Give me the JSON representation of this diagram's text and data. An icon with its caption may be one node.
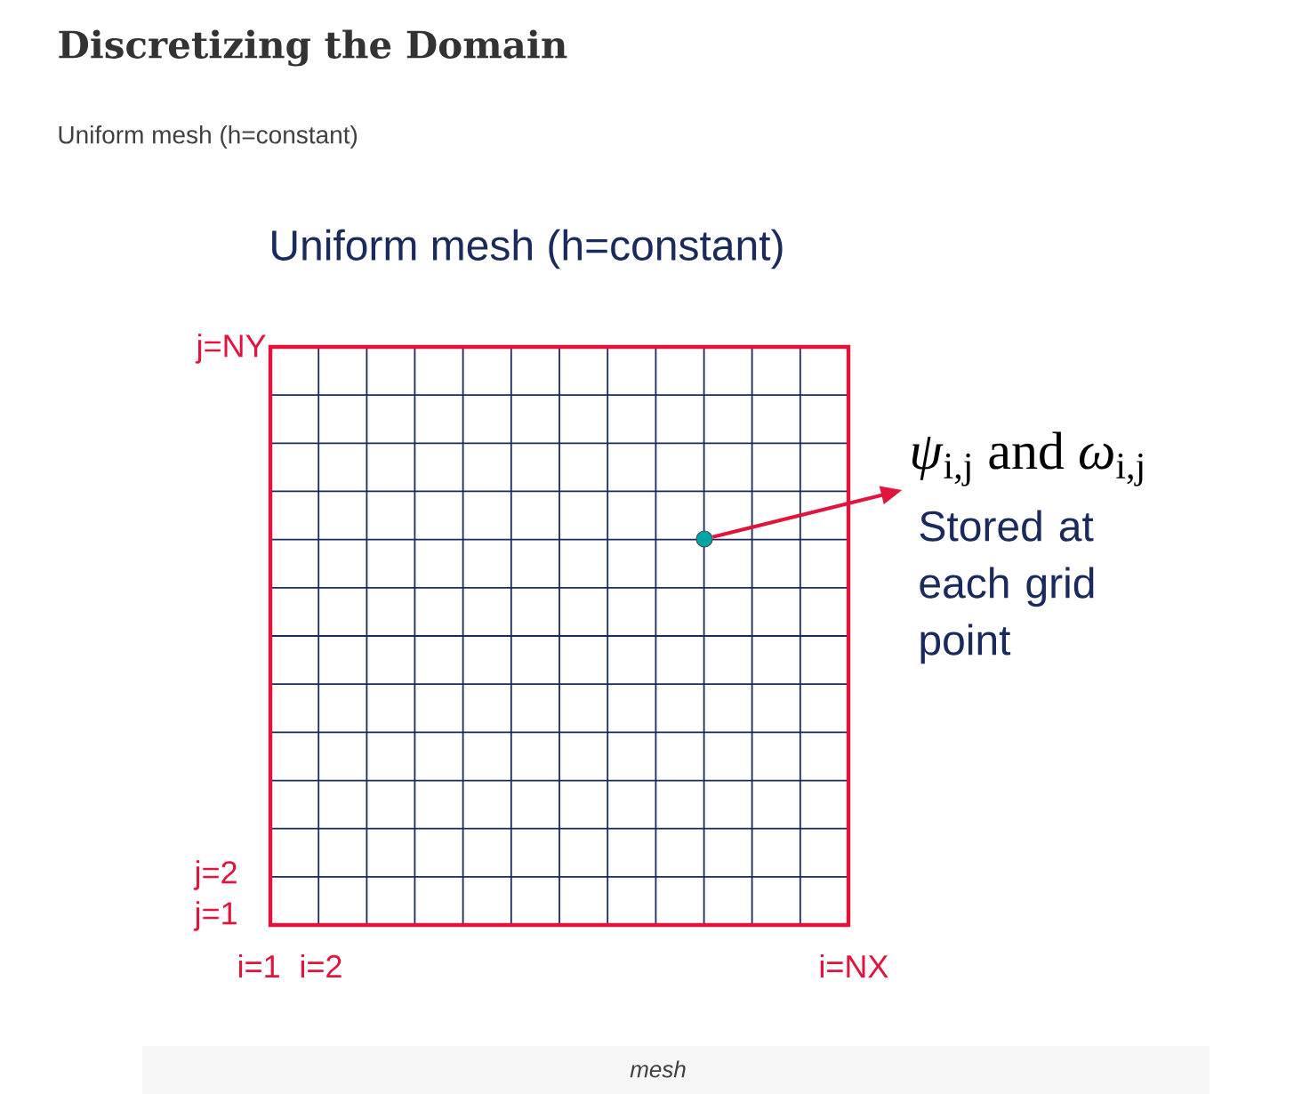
{
  "diagram": {
    "title": "Discretizing the Domain",
    "caption": "mesh",
    "nodes": [
      {
        "text": [],
        "shape": "circle"
      },
      {
        "text": [
          "*ψ*$_{i,j}$ and *ω*$_{i,j}$"
        ],
        "beside": [
          "Stored at each grid point"
        ]
      }
    ],
    "edges": [
      {
        "from": 0,
        "to": 1,
        "arrow": "to",
        "color": "#e0143c"
      }
    ],
    "labels": [
      "Uniform mesh (h=constant)",
      "Uniform mesh (h=constant)",
      "j=NY",
      "j=2",
      "j=1",
      "i=1",
      "i=2",
      "i=NX"
    ]
  }
}
